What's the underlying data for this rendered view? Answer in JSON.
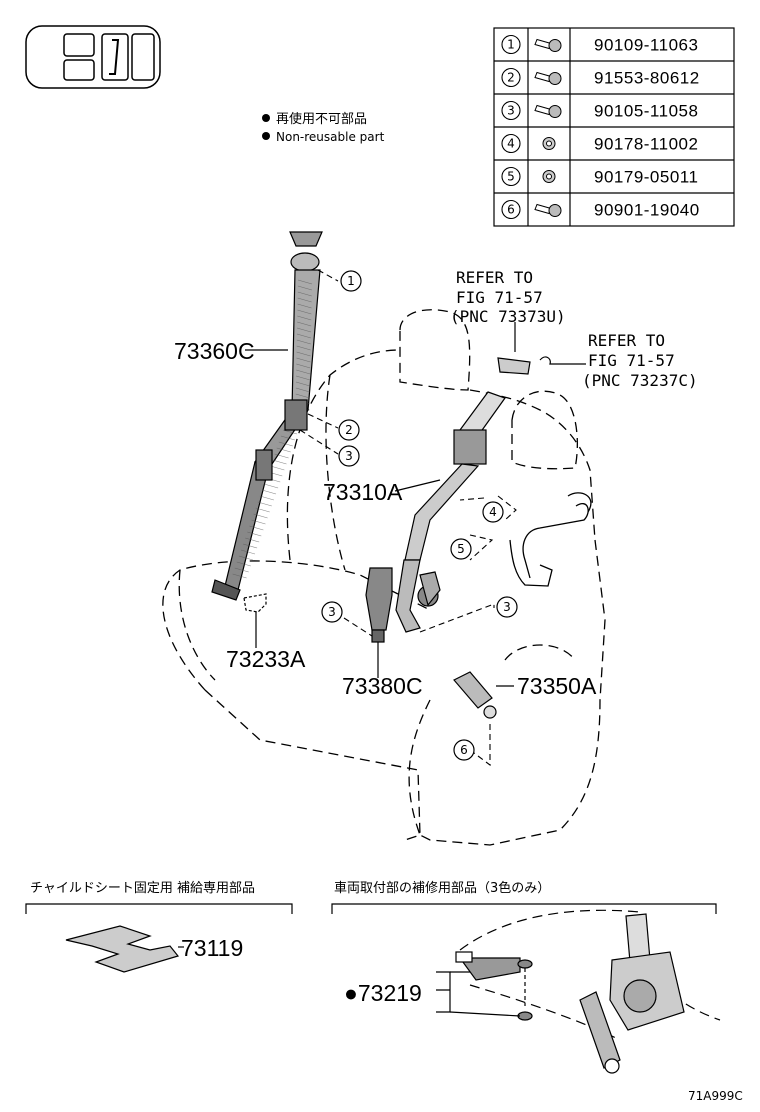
{
  "legend": {
    "jp": "再使用不可部品",
    "en": "Non-reusable part"
  },
  "parts_table": [
    {
      "ref": "1",
      "part_no": "90109-11063",
      "icon": "bolt-icon"
    },
    {
      "ref": "2",
      "part_no": "91553-80612",
      "icon": "bolt-icon"
    },
    {
      "ref": "3",
      "part_no": "90105-11058",
      "icon": "bolt-icon"
    },
    {
      "ref": "4",
      "part_no": "90178-11002",
      "icon": "nut-icon"
    },
    {
      "ref": "5",
      "part_no": "90179-05011",
      "icon": "nut-icon"
    },
    {
      "ref": "6",
      "part_no": "90901-19040",
      "icon": "bolt-icon"
    }
  ],
  "refer_1": {
    "line1": "REFER TO",
    "line2": "FIG 71-57",
    "line3": "(PNC 73373U)"
  },
  "refer_2": {
    "line1": "REFER TO",
    "line2": "FIG 71-57",
    "line3": "(PNC 73237C)"
  },
  "callouts": {
    "c73360": "73360C",
    "c73310": "73310A",
    "c73233": "73233A",
    "c73380": "73380C",
    "c73350": "73350A",
    "c73119": "73119",
    "c73219": "●73219"
  },
  "markers": {
    "m1": "1",
    "m2": "2",
    "m3a": "3",
    "m3b": "3",
    "m3c": "3",
    "m4": "4",
    "m5": "5",
    "m6": "6"
  },
  "sections": {
    "left_title": "チャイルドシート固定用  補給専用部品",
    "right_title": "車両取付部の補修用部品（3色のみ）"
  },
  "figure_code": "71A999C"
}
